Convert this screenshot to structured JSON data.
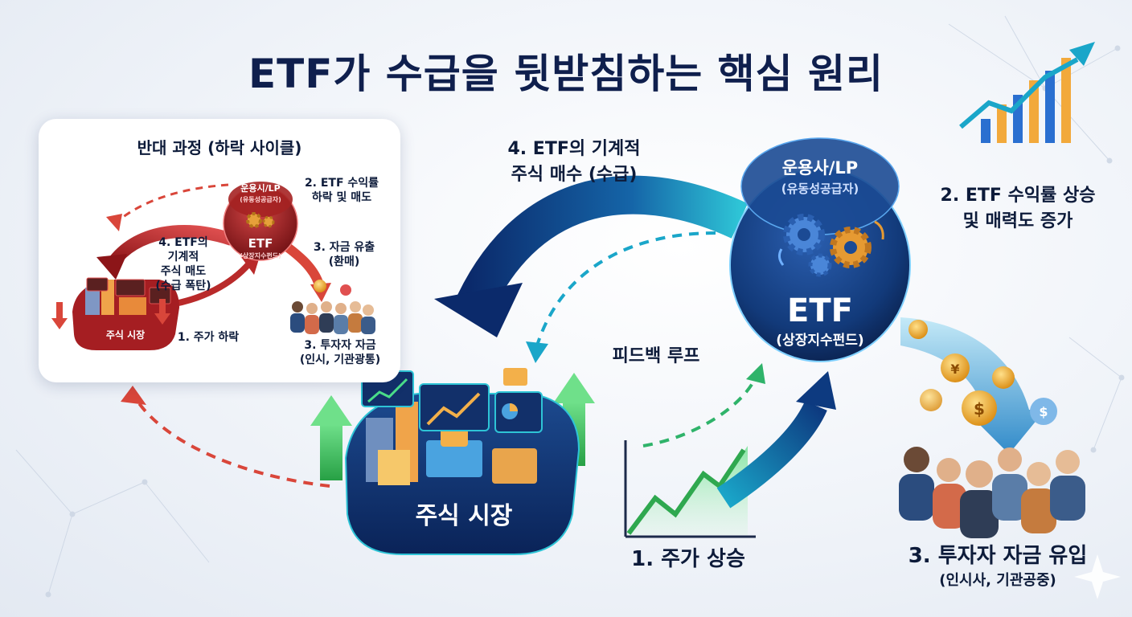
{
  "title": "ETF가 수급을 뒷받침하는 핵심 원리",
  "main": {
    "etf_circle": {
      "operator": "운용사/LP",
      "operator_sub": "(유동성공급자)",
      "name": "ETF",
      "name_sub": "(상장지수펀드)"
    },
    "market_label": "주식 시장",
    "step1": "1. 주가 상승",
    "step2_line1": "2. ETF 수익률 상승",
    "step2_line2": "및 매력도 증가",
    "step3_line1": "3. 투자자 자금 유입",
    "step3_line2": "(인시사, 기관공중)",
    "step4_line1": "4. ETF의 기계적",
    "step4_line2": "주식 매수 (수급)",
    "feedback": "피드백 루프"
  },
  "reverse": {
    "title": "반대 과정 (하락 사이클)",
    "etf_operator": "운용시/LP",
    "etf_operator_sub": "(유동성공급자)",
    "etf_name": "ETF",
    "etf_name_sub": "(상장지수펀드)",
    "step1": "1. 주가 하락",
    "step2_line1": "2. ETF 수익률",
    "step2_line2": "하락 및 매도",
    "step3_line1": "3. 자금 유출",
    "step3_line2": "(환매)",
    "step3b_line1": "3. 투자자 자금",
    "step3b_line2": "(인시, 기관광통)",
    "step4_line1": "4. ETF의",
    "step4_line2": "기계적",
    "step4_line3": "주식 매도",
    "step4_line4": "(수급 폭탄)",
    "market_label": "주식 시장"
  },
  "colors": {
    "navy": "#0f1f4d",
    "teal": "#1aa6c9",
    "green": "#37b24d",
    "red": "#c92a2a",
    "gold": "#f0a020"
  }
}
